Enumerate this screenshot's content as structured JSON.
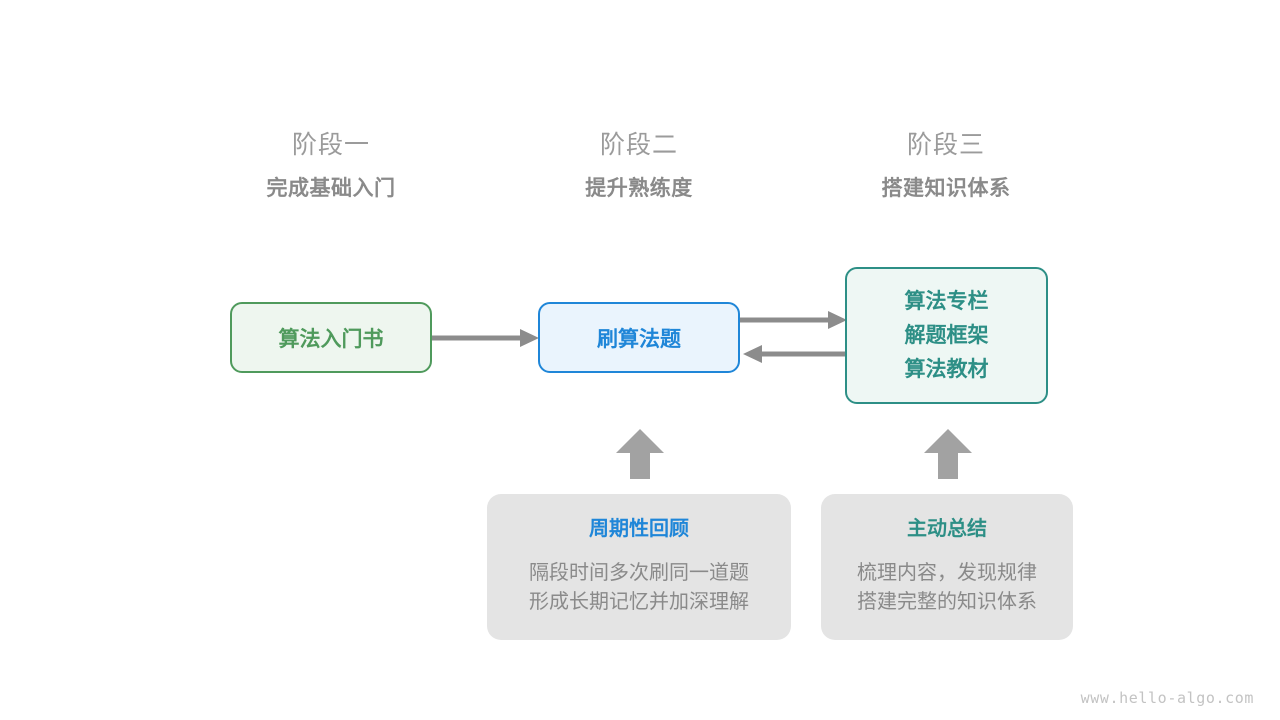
{
  "stages": [
    {
      "id": "stage-1",
      "title": "阶段一",
      "subtitle": "完成基础入门"
    },
    {
      "id": "stage-2",
      "title": "阶段二",
      "subtitle": "提升熟练度"
    },
    {
      "id": "stage-3",
      "title": "阶段三",
      "subtitle": "搭建知识体系"
    }
  ],
  "nodes": {
    "book": {
      "label": "算法入门书",
      "color": "#4f9a5c",
      "fill": "#eef6ef"
    },
    "practice": {
      "label": "刷算法题",
      "color": "#1f86d8",
      "fill": "#eaf4fd"
    },
    "knowledge": {
      "line1": "算法专栏",
      "line2": "解题框架",
      "line3": "算法教材",
      "color": "#2d8f86",
      "fill": "#eef7f4"
    }
  },
  "cards": {
    "review": {
      "title": "周期性回顾",
      "title_color": "#1f86d8",
      "line1": "隔段时间多次刷同一道题",
      "line2": "形成长期记忆并加深理解"
    },
    "summary": {
      "title": "主动总结",
      "title_color": "#2d8f86",
      "line1": "梳理内容，发现规律",
      "line2": "搭建完整的知识体系"
    }
  },
  "arrows": {
    "color": "#8c8c8c",
    "book_to_practice": "arrow-right",
    "practice_to_knowledge": "arrow-right",
    "knowledge_to_practice": "arrow-left",
    "review_to_practice": "arrow-up",
    "summary_to_knowledge": "arrow-up"
  },
  "footer": {
    "url": "www.hello-algo.com"
  }
}
